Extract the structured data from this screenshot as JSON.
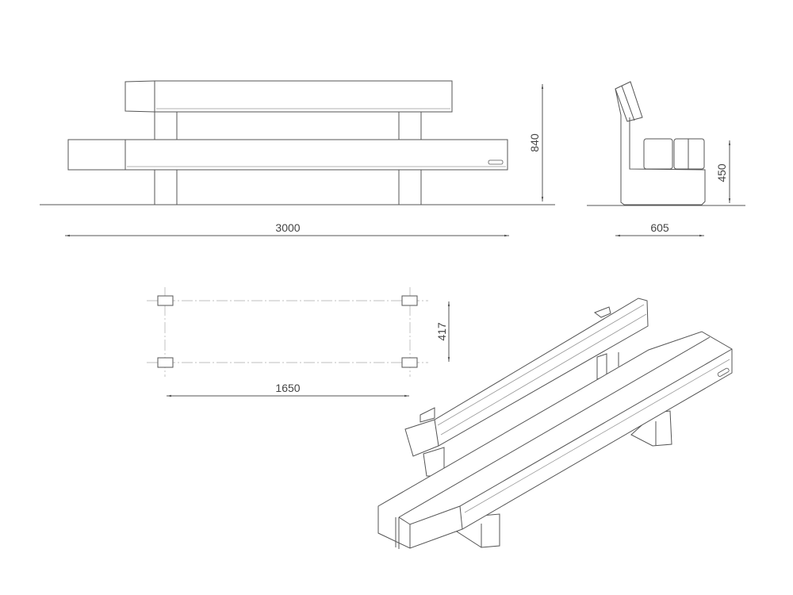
{
  "drawing": {
    "views": [
      "front-elevation",
      "side-elevation",
      "plan-footprint",
      "isometric"
    ],
    "dimensions": {
      "length": "3000",
      "height": "840",
      "depth": "605",
      "seat_height": "450",
      "leg_spacing_depth": "417",
      "leg_spacing_length": "1650"
    },
    "colors": {
      "line": "#555555",
      "background": "#ffffff"
    }
  }
}
